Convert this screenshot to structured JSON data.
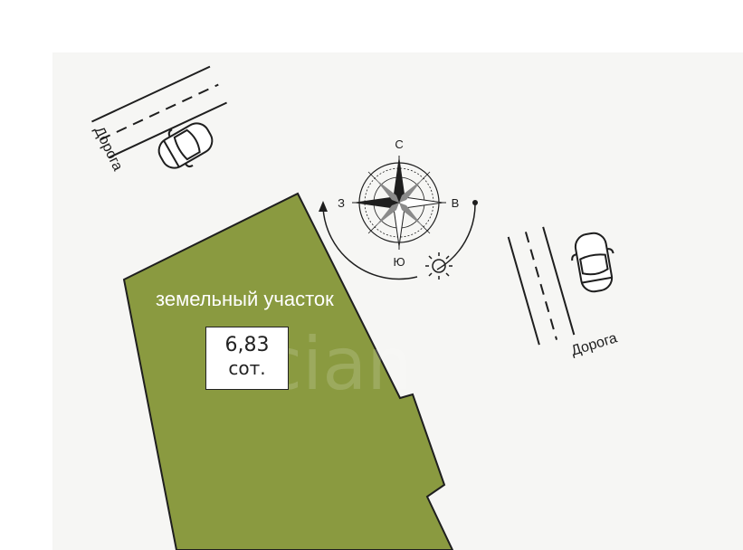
{
  "colors": {
    "background": "#f6f6f4",
    "plot_fill": "#8a9a40",
    "plot_stroke": "#1e1e1e",
    "line": "#1e1e1e",
    "watermark": "#e8ebe0"
  },
  "plot": {
    "label": "земельный участок",
    "area_value": "6,83",
    "area_unit": "сот."
  },
  "roads": [
    {
      "label": "Дорога",
      "icon": "car-icon"
    },
    {
      "label": "Дорога",
      "icon": "car-icon"
    }
  ],
  "compass": {
    "north": "С",
    "south": "Ю",
    "east": "В",
    "west": "З",
    "icons": [
      "compass-rose-icon",
      "sun-icon",
      "arrow-icon"
    ]
  },
  "watermark": "cian"
}
